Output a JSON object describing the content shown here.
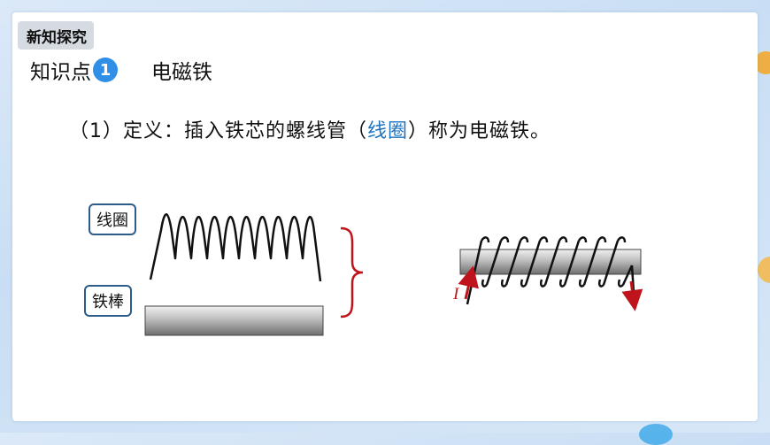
{
  "header": {
    "tag": "新知探究",
    "knowledge_label": "知识点",
    "knowledge_number": "1",
    "topic": "电磁铁"
  },
  "definition": {
    "prefix": "（1）定义：插入铁芯的螺线管（",
    "highlight": "线圈",
    "suffix": "）称为电磁铁。"
  },
  "figure_left": {
    "coil_label": "线圈",
    "rod_label": "铁棒"
  },
  "figure_right": {
    "current_label": "I"
  },
  "colors": {
    "highlight": "#1e73be",
    "brace": "#c0141c",
    "arrow": "#c0141c",
    "callout_border": "#2b5c8a",
    "badge": "#2f8ee5"
  }
}
